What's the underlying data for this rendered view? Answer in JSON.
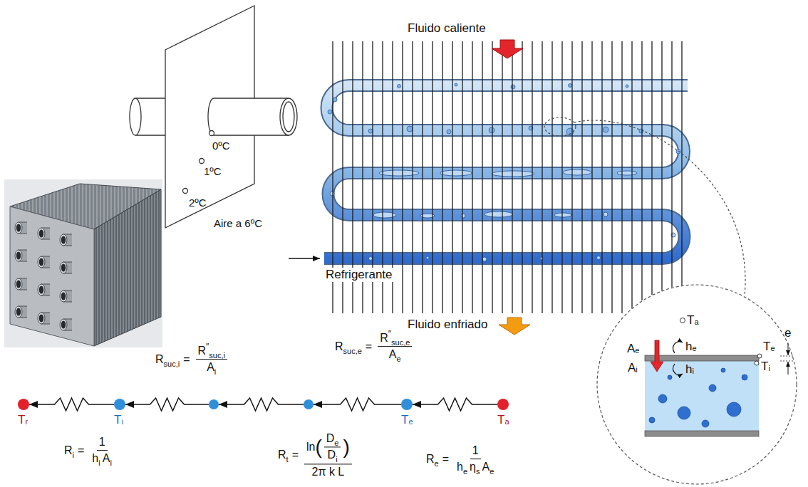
{
  "diagram": {
    "nodes": [
      {
        "text": [
          "T",
          "a",
          "e",
          "A",
          "e",
          "h",
          "e",
          "T",
          "e",
          "A",
          "i",
          "h",
          "i",
          "T",
          "i"
        ]
      },
      {
        "text": [
          "T",
          "r"
        ]
      },
      {
        "text": [
          "T",
          "i"
        ]
      },
      {
        "text": []
      },
      {
        "text": []
      },
      {
        "text": [
          "T",
          "e"
        ]
      },
      {
        "text": [
          "T",
          "a"
        ]
      }
    ],
    "edges": [
      {
        "from": 2,
        "to": 1,
        "arrow": "to"
      },
      {
        "from": 3,
        "to": 2,
        "arrow": "to"
      },
      {
        "from": 4,
        "to": 3,
        "arrow": "to"
      },
      {
        "from": 5,
        "to": 4,
        "arrow": "to"
      },
      {
        "from": 6,
        "to": 5,
        "arrow": "to"
      }
    ],
    "labels": [
      "0ºC",
      "1ºC",
      "2ºC",
      "Aire a 6ºC",
      "Fluido caliente",
      "Refrigerante",
      "Fluido enfriado",
      "R",
      "suc,i",
      "=",
      "R",
      "″",
      "suc,i",
      "A",
      "i",
      "R",
      "suc,e",
      "=",
      "R",
      "″",
      "suc,e",
      "A",
      "e",
      "R",
      "i",
      "=",
      "1",
      "h",
      "i",
      "A",
      "i",
      "R",
      "t",
      "=",
      "ln",
      "(",
      "D",
      "e",
      "D",
      "i",
      ")",
      "2π k L",
      "R",
      "e",
      "=",
      "1",
      "h",
      "e",
      "η",
      "s",
      "A",
      "e"
    ]
  }
}
